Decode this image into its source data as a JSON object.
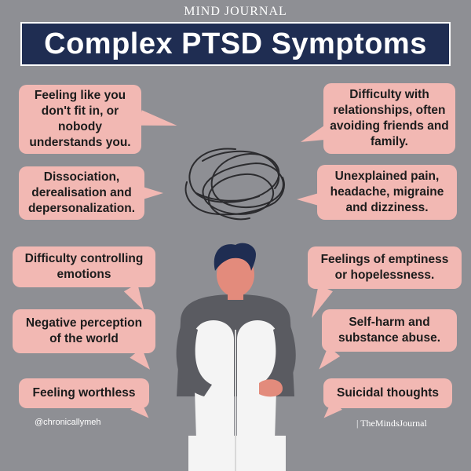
{
  "header": {
    "brand": "MIND JOURNAL",
    "title": "Complex PTSD Symptoms"
  },
  "symptoms": {
    "left": [
      "Feeling like you don't fit in, or nobody understands you.",
      "Dissociation, derealisation and depersonalization.",
      "Difficulty controlling emotions",
      "Negative perception of the world",
      "Feeling worthless"
    ],
    "right": [
      "Difficulty with relationships, often avoiding friends and family.",
      "Unexplained pain, headache, migraine and dizziness.",
      "Feelings of emptiness or hopelessness.",
      "Self-harm and substance abuse.",
      "Suicidal thoughts"
    ]
  },
  "credits": {
    "left": "@chronicallymeh",
    "right": "| TheMindsJournal"
  },
  "colors": {
    "background": "#8e8f94",
    "title_bar": "#1f2d52",
    "bubble": "#f2b8b3",
    "skin": "#e38b7c",
    "hair": "#1f2d52",
    "sweater": "#5a5b61",
    "pants": "#f4f4f4"
  }
}
